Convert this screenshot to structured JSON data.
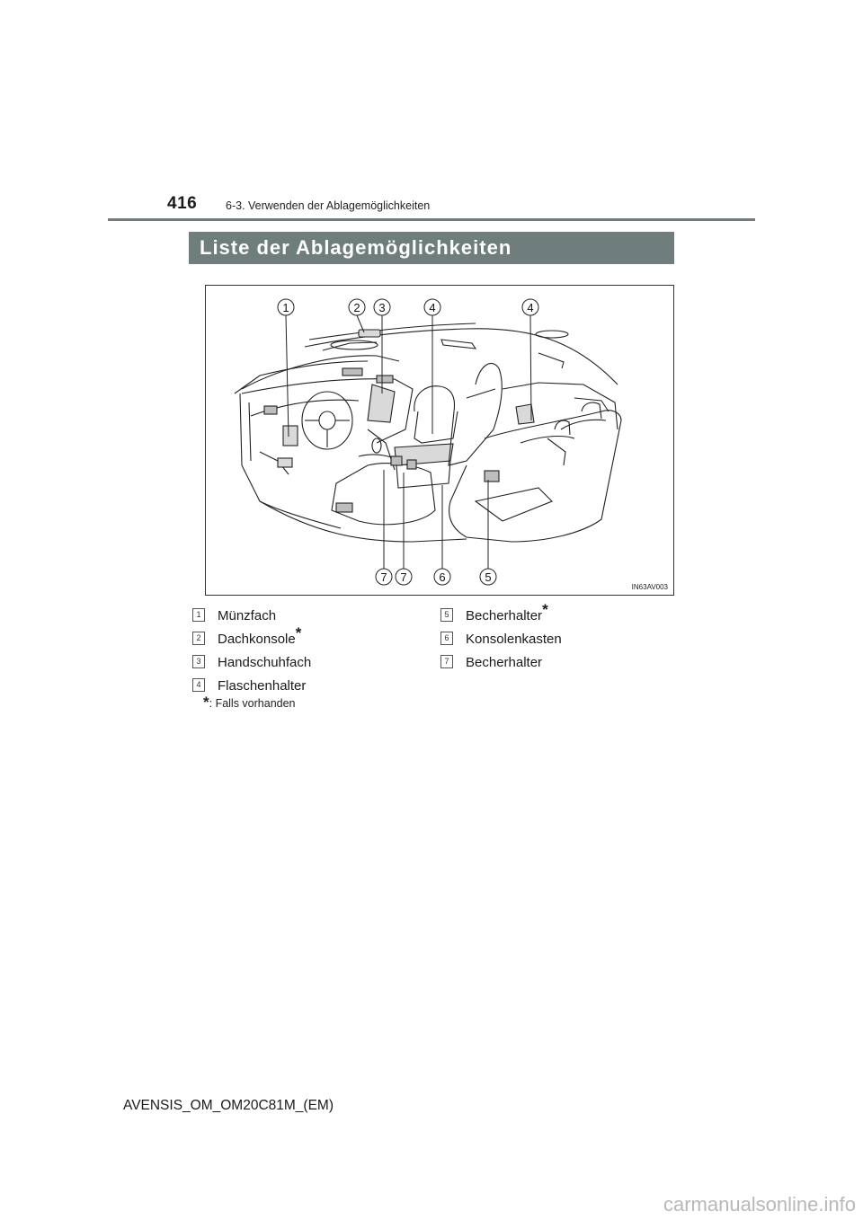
{
  "header": {
    "page_number": "416",
    "section": "6-3. Verwenden der Ablagemöglichkeiten"
  },
  "heading": "Liste der Ablagemöglichkeiten",
  "figure": {
    "code": "IN63AV003",
    "callouts_top": [
      "1",
      "2",
      "3",
      "4",
      "4"
    ],
    "callouts_bottom": [
      "7",
      "7",
      "6",
      "5"
    ]
  },
  "legend": {
    "left": [
      {
        "num": "1",
        "label": "Münzfach",
        "optional": false
      },
      {
        "num": "2",
        "label": "Dachkonsole",
        "optional": true
      },
      {
        "num": "3",
        "label": "Handschuhfach",
        "optional": false
      },
      {
        "num": "4",
        "label": "Flaschenhalter",
        "optional": false
      }
    ],
    "right": [
      {
        "num": "5",
        "label": "Becherhalter",
        "optional": true
      },
      {
        "num": "6",
        "label": "Konsolenkasten",
        "optional": false
      },
      {
        "num": "7",
        "label": "Becherhalter",
        "optional": false
      }
    ],
    "optional_marker": "*"
  },
  "footnote": {
    "marker": "*",
    "text": ": Falls vorhanden"
  },
  "footer": {
    "code": "AVENSIS_OM_OM20C81M_(EM)"
  },
  "watermark": "carmanualsonline.info"
}
